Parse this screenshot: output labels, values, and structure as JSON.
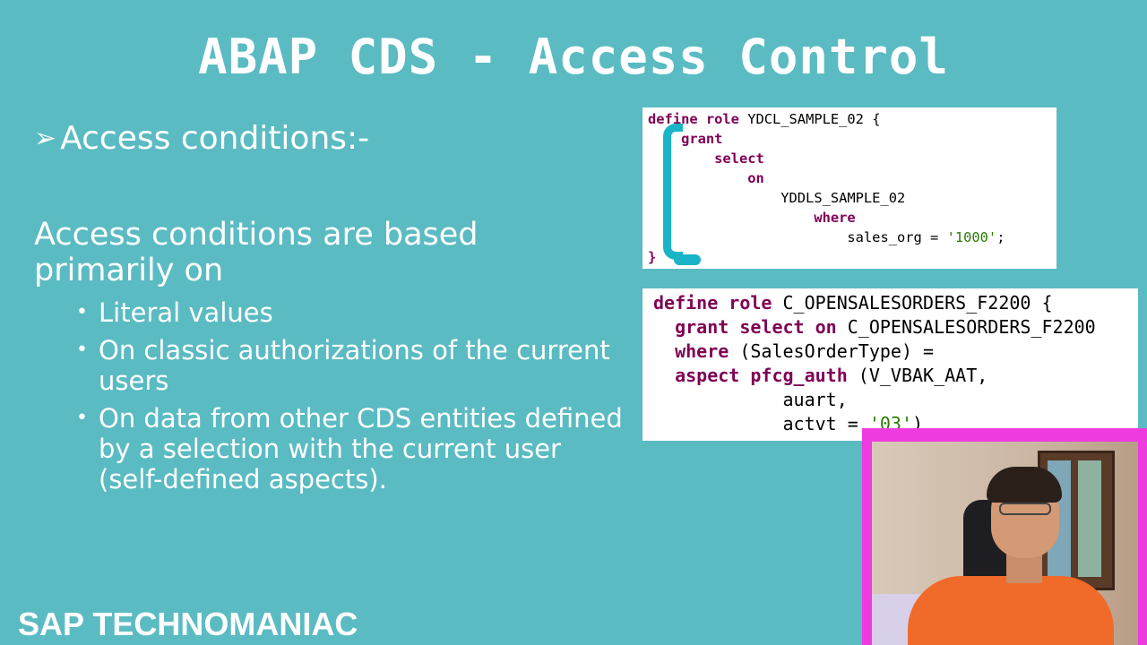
{
  "slide": {
    "title": "ABAP CDS - Access Control",
    "heading_arrow": "➢",
    "heading": "Access conditions:-",
    "paragraph": "Access conditions are based primarily on",
    "bullets": [
      "Literal values",
      "On classic authorizations of the current users",
      "On data from other CDS entities defined by a selection with the current user (self-defined aspects)."
    ],
    "bullet_symbol": "•",
    "brand": "SAP TECHNOMANIAC"
  },
  "code_block_1": {
    "lines": [
      "define role YDCL_SAMPLE_02 {",
      "    grant",
      "        select",
      "            on",
      "                YDDLS_SAMPLE_02",
      "                    where",
      "                        sales_org = '1000';",
      "}"
    ]
  },
  "code_block_2": {
    "lines": [
      "define role C_OPENSALESORDERS_F2200 {",
      "  grant select on C_OPENSALESORDERS_F2200",
      "  where (SalesOrderType) =",
      "  aspect pfcg_auth (V_VBAK_AAT,",
      "            auart,",
      "            actvt = '03')"
    ]
  },
  "colors": {
    "background": "#5bbbc2",
    "keyword": "#7f0055",
    "string": "#2a7a00",
    "bracket": "#19b4c8",
    "webcam_border": "#ee3be0"
  }
}
